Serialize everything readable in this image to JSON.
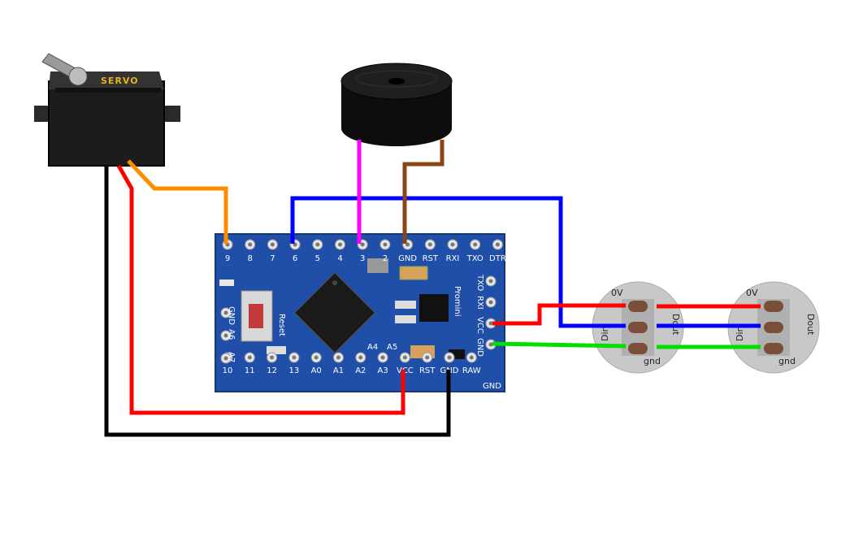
{
  "servo": {
    "label": "SERVO"
  },
  "board": {
    "top_pins": [
      "9",
      "8",
      "7",
      "6",
      "5",
      "4",
      "3",
      "2",
      "GND",
      "RST",
      "RXI",
      "TXO",
      "DTR"
    ],
    "bottom_pins": [
      "10",
      "11",
      "12",
      "13",
      "A0",
      "A1",
      "A2",
      "A3",
      "VCC",
      "RST",
      "GND",
      "RAW"
    ],
    "left_pins": [
      "GND",
      "A6",
      "A7"
    ],
    "right_pins": [
      "TXO",
      "RXI",
      "VCC",
      "GND"
    ],
    "extra_right_bottom": "GND",
    "inner_a4": "A4",
    "inner_a5": "A5",
    "reset_label": "Reset",
    "promini_label": "Promini"
  },
  "led1": {
    "in_0v": "0V",
    "in_din": "Din",
    "in_gnd": "gnd",
    "out_dout": "Dout"
  },
  "led2": {
    "in_0v": "0V",
    "in_din": "Din",
    "in_gnd": "gnd",
    "out_dout": "Dout"
  },
  "colors": {
    "servo_signal": "#ff8c00",
    "servo_power": "#ff0000",
    "servo_ground": "#000000",
    "data": "#0000ff",
    "buzzer_signal": "#ff00ff",
    "buzzer_ground": "#8b4513",
    "led_power": "#ff0000",
    "led_ground": "#00e000",
    "board": "#1f4fa8"
  }
}
